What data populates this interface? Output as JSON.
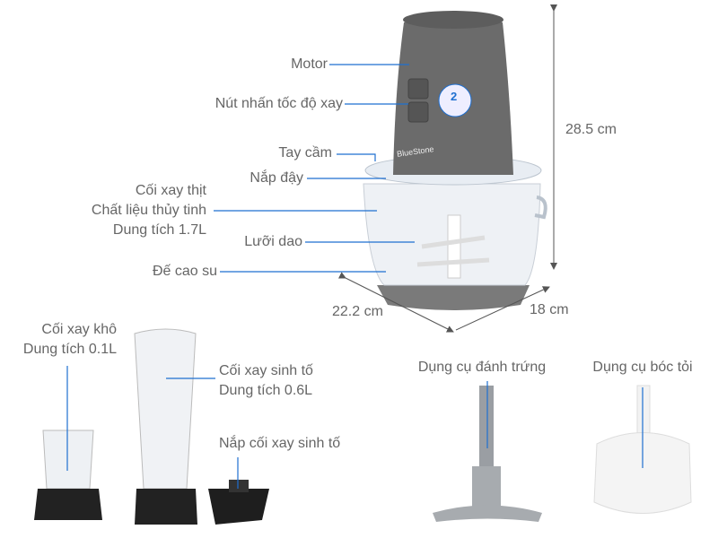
{
  "labels": {
    "motor": "Motor",
    "speed_buttons": "Nút nhấn tốc độ xay",
    "handle": "Tay cầm",
    "lid": "Nắp đậy",
    "meat_bowl": [
      "Cối xay thịt",
      "Chất liệu thủy tinh",
      "Dung tích 1.7L"
    ],
    "blade": "Lưỡi dao",
    "rubber_base": "Đế cao su",
    "height": "28.5 cm",
    "width": "22.2 cm",
    "depth": "18 cm",
    "dry_mill": [
      "Cối xay khô",
      "Dung tích 0.1L"
    ],
    "smoothie_cup": [
      "Cối xay sinh tố",
      "Dung tích 0.6L"
    ],
    "smoothie_lid": "Nắp cối xay sinh tố",
    "egg_whisk": "Dụng cụ đánh trứng",
    "garlic_peeler": "Dụng cụ bóc tỏi"
  },
  "brand": "BlueStone",
  "warranty_badge": "2",
  "colors": {
    "leader_line": "#1e6fd0",
    "text": "#666666",
    "dimension_line": "#555555",
    "motor_body": "#6b6b6b"
  }
}
